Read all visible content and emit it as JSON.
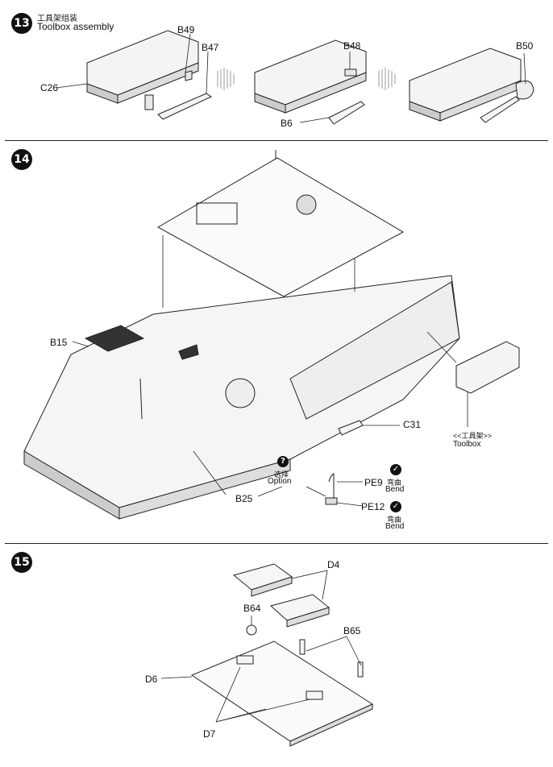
{
  "step13": {
    "number": "13",
    "title_cn": "工具架组装",
    "title_en": "Toolbox assembly",
    "parts": {
      "c26": "C26",
      "b49": "B49",
      "b47": "B47",
      "b48": "B48",
      "b6": "B6",
      "b50": "B50"
    }
  },
  "step14": {
    "number": "14",
    "parts": {
      "b15": "B15",
      "b25": "B25",
      "c31": "C31",
      "pe9": "PE9",
      "pe12": "PE12"
    },
    "option_cn": "选择",
    "option_en": "Option",
    "bend_cn": "弯曲",
    "bend_en": "Bend",
    "toolbox_cn": "<<工具架>>",
    "toolbox_en": "Toolbox",
    "option_icon": "question-icon",
    "bend_icon": "bend-icon"
  },
  "step15": {
    "number": "15",
    "parts": {
      "d4": "D4",
      "b64": "B64",
      "b65": "B65",
      "d6": "D6",
      "d7": "D7"
    }
  }
}
